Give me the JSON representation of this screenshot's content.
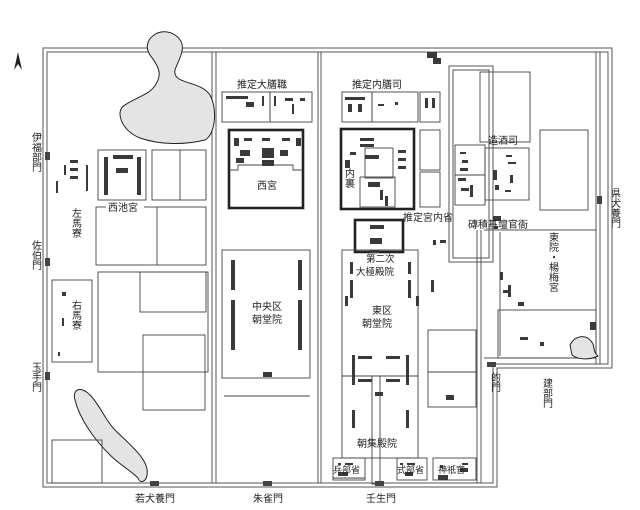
{
  "map": {
    "north_arrow": "north-arrow-icon",
    "labels": {
      "daizenshiki": "推定大膳職",
      "naizenshi": "推定内膳司",
      "nishimiya": "西宮",
      "dairi": "内裏",
      "saichigu": "西池宮",
      "samaryo": "左馬寮",
      "umaryo": "右馬寮",
      "zoshushi": "造酒司",
      "kunaisho": "推定宮内省",
      "daigokuden": "第二次大極殿院",
      "senseki": "磚積基壇官衙",
      "toin": "東院・楊梅宮",
      "chuo_chodoin": "中央区朝堂院",
      "higashi_chodoin": "東区朝堂院",
      "choshudenin": "朝集殿院",
      "hyobusho": "兵部省",
      "shikibusho": "式部省",
      "jingikan": "神祇官"
    },
    "gates": {
      "ifukibe": "伊福部門",
      "saeki": "佐伯門",
      "tamate": "玉手門",
      "wakainukai": "若犬養門",
      "suzaku": "朱雀門",
      "mibu": "壬生門",
      "agatainukai": "県犬養門",
      "ikuha": "的門",
      "takebe": "建部門"
    }
  }
}
